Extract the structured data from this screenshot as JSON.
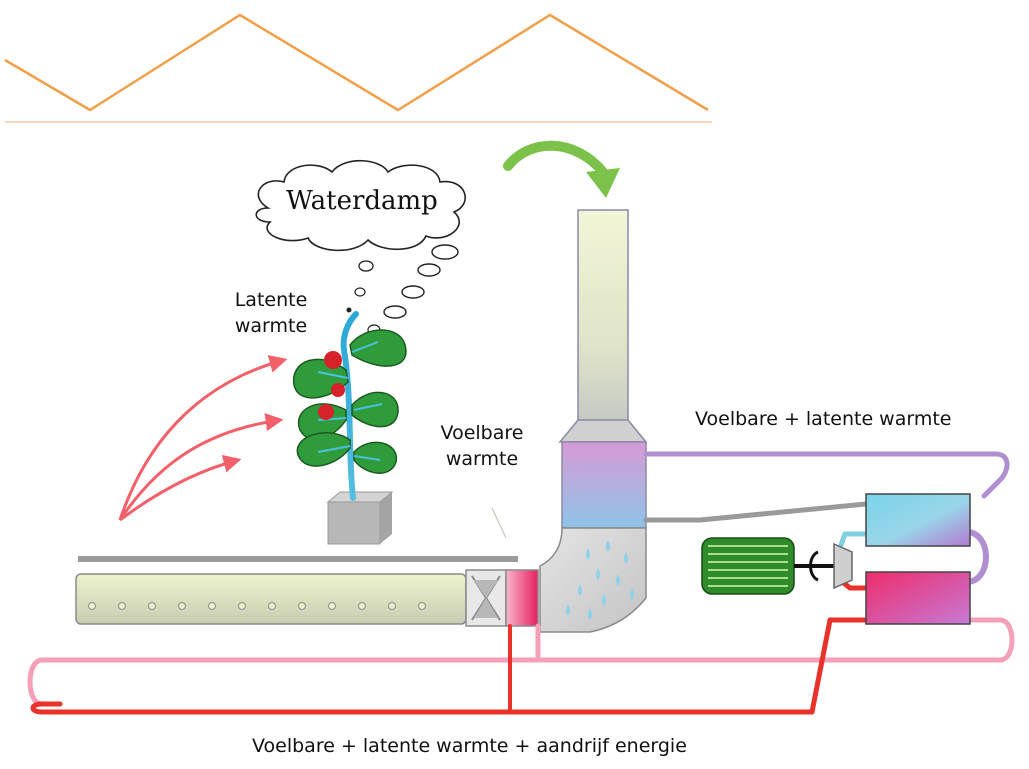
{
  "labels": {
    "waterdamp": "Waterdamp",
    "latente_warmte": [
      "Latente",
      "warmte"
    ],
    "voelbare_warmte": [
      "Voelbare",
      "warmte"
    ],
    "top_right": "Voelbare + latente warmte",
    "bottom": "Voelbare + latente warmte + aandrijf energie"
  },
  "colors": {
    "roof": "#f0a04a",
    "heat_arrows": "#f2606a",
    "green_arrow": "#7cc24a",
    "hot_line": "#e8322a",
    "warm_line": "#f4a0b8",
    "purple_line": "#b08fd0",
    "cool_line": "#7fd0e0",
    "grey_line": "#9a9a9a"
  }
}
